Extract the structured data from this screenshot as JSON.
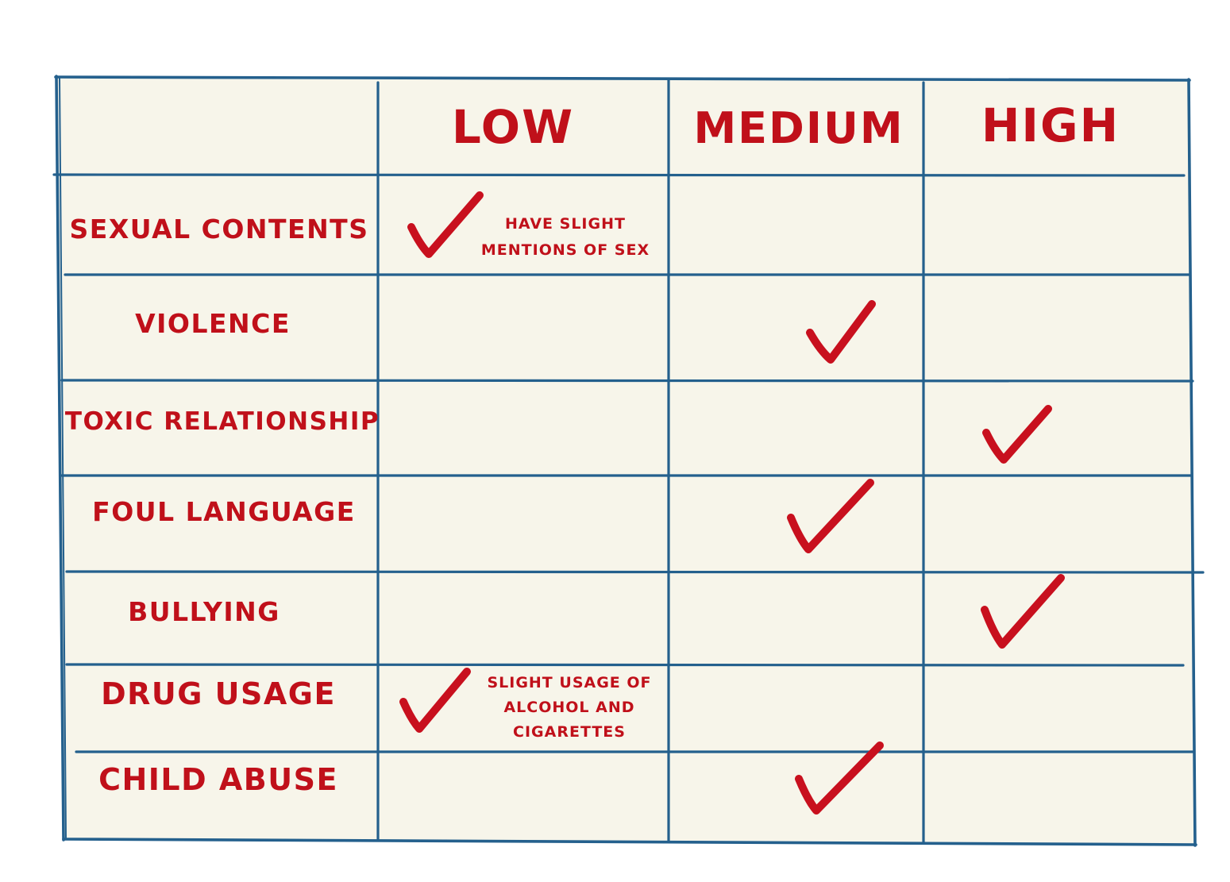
{
  "columns": [
    "LOW",
    "MEDIUM",
    "HIGH"
  ],
  "rows": [
    {
      "label": "SEXUAL CONTENTS",
      "rating": "LOW",
      "note": [
        "HAVE SLIGHT",
        "MENTIONS OF SEX"
      ]
    },
    {
      "label": "VIOLENCE",
      "rating": "MEDIUM",
      "note": []
    },
    {
      "label": "TOXIC RELATIONSHIP",
      "rating": "HIGH",
      "note": []
    },
    {
      "label": "FOUL LANGUAGE",
      "rating": "MEDIUM",
      "note": []
    },
    {
      "label": "BULLYING",
      "rating": "HIGH",
      "note": []
    },
    {
      "label": "DRUG USAGE",
      "rating": "LOW",
      "note": [
        "SLIGHT USAGE OF",
        "ALCOHOL AND",
        "CIGARETTES"
      ]
    },
    {
      "label": "CHILD ABUSE",
      "rating": "MEDIUM",
      "note": []
    }
  ],
  "colors": {
    "ink_red": "#c0101a",
    "grid_blue": "#24608d",
    "paper": "#f7f5ea"
  }
}
